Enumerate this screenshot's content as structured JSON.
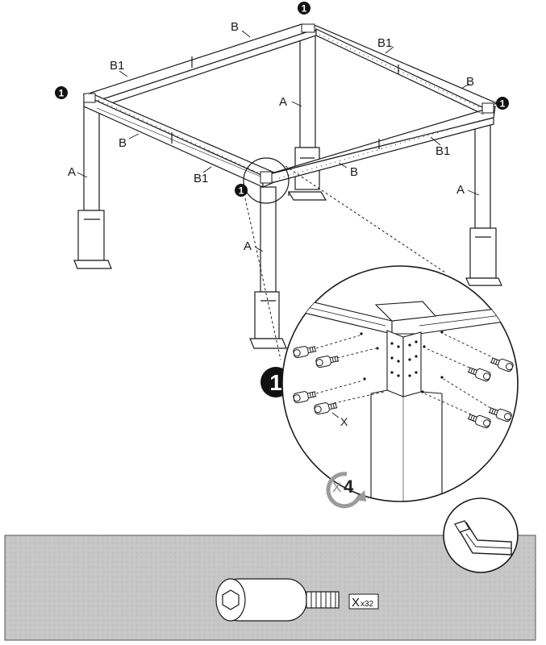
{
  "frame_labels": {
    "beam_b": "B",
    "beam_b1": "B1",
    "post_a": "A"
  },
  "step_badge": "1",
  "detail": {
    "bolt_label": "X",
    "repeat_prefix": "X",
    "repeat_count": "4"
  },
  "hardware": {
    "part_letter": "X",
    "quantity": "x32",
    "tool": "hex-key-icon"
  },
  "colors": {
    "ink": "#1a1a1a",
    "panel_gray": "#c4c4c4",
    "rotate_arrow": "#9a9a9a"
  }
}
